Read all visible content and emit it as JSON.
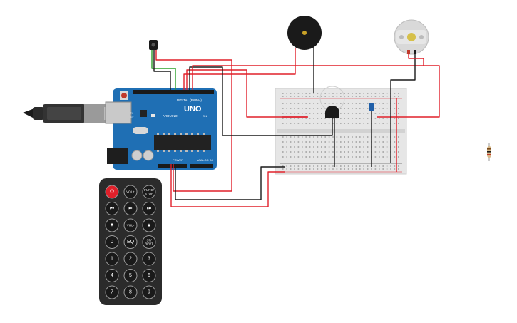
{
  "arduino": {
    "logo": "UNO",
    "brand": "ARDUINO",
    "digital_label": "DIGITAL (PWM~)",
    "analog_label": "ANALOG IN",
    "power_label": "POWER",
    "tx_label": "TX",
    "rx_label": "RX",
    "l_label": "L",
    "on_label": "ON"
  },
  "remote": {
    "buttons": [
      {
        "label": "⏻",
        "key": "power"
      },
      {
        "label": "VOL+",
        "key": "vol-up"
      },
      {
        "label": "FUNC/ STOP",
        "key": "func-stop"
      },
      {
        "label": "⏮",
        "key": "prev"
      },
      {
        "label": "⏯",
        "key": "play-pause"
      },
      {
        "label": "⏭",
        "key": "next"
      },
      {
        "label": "▼",
        "key": "down"
      },
      {
        "label": "VOL-",
        "key": "vol-down"
      },
      {
        "label": "▲",
        "key": "up"
      },
      {
        "label": "0",
        "key": "0"
      },
      {
        "label": "EQ",
        "key": "eq"
      },
      {
        "label": "ST/ REPT",
        "key": "st-rept"
      },
      {
        "label": "1",
        "key": "1"
      },
      {
        "label": "2",
        "key": "2"
      },
      {
        "label": "3",
        "key": "3"
      },
      {
        "label": "4",
        "key": "4"
      },
      {
        "label": "5",
        "key": "5"
      },
      {
        "label": "6",
        "key": "6"
      },
      {
        "label": "7",
        "key": "7"
      },
      {
        "label": "8",
        "key": "8"
      },
      {
        "label": "9",
        "key": "9"
      }
    ]
  },
  "colors": {
    "wire_red": "#e0202a",
    "wire_black": "#1a1a1a",
    "wire_green": "#2aa02a",
    "board_blue": "#1f6fb4",
    "breadboard": "#e6e6e6",
    "remote_body": "#2b2b2b"
  }
}
